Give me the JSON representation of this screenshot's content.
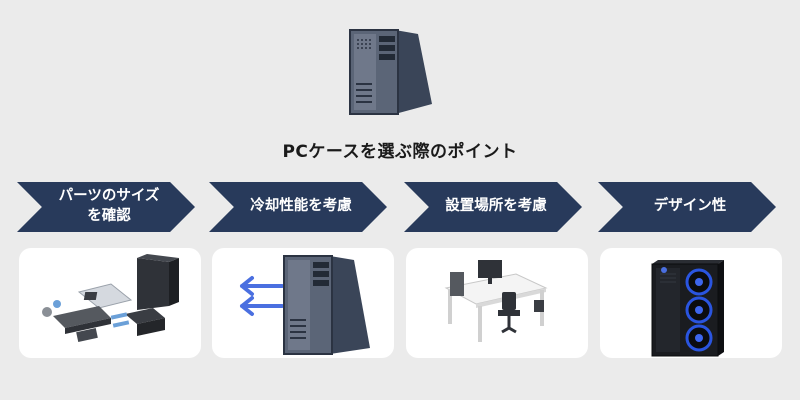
{
  "title": "PCケースを選ぶ際のポイント",
  "steps": [
    {
      "line1": "パーツのサイズ",
      "line2": "を確認",
      "illustration": "pc-parts-icon"
    },
    {
      "line1": "冷却性能を考慮",
      "line2": "",
      "illustration": "airflow-pc-icon"
    },
    {
      "line1": "設置場所を考慮",
      "line2": "",
      "illustration": "desk-setup-icon"
    },
    {
      "line1": "デザイン性",
      "line2": "",
      "illustration": "rgb-case-icon"
    }
  ],
  "colors": {
    "background": "#ebebeb",
    "arrow": "#283a5b",
    "card": "#ffffff",
    "accent_blue": "#4a6fe0"
  }
}
